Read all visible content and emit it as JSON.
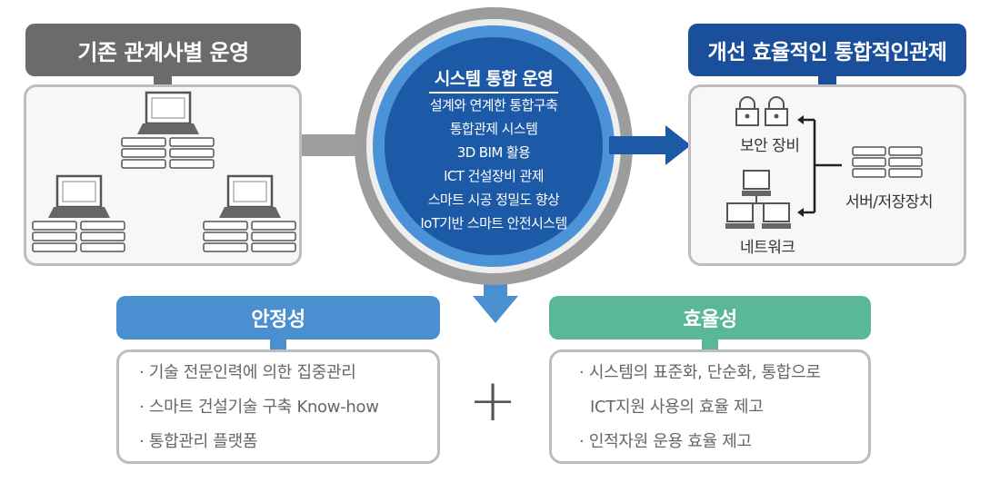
{
  "left_box": {
    "title": "기존 관계사별 운영"
  },
  "right_box": {
    "title": "개선 효율적인 통합적인관제",
    "security_label": "보안 장비",
    "network_label": "네트워크",
    "server_label": "서버/저장장치"
  },
  "center": {
    "title": "시스템 통합 운영",
    "items": [
      "설계와 연계한 통합구축",
      "통합관제 시스템",
      "3D BIM 활용",
      "ICT 건설장비 관제",
      "스마트 시공 정밀도 향상",
      "IoT기반 스마트 안전시스템"
    ]
  },
  "stability": {
    "title": "안정성",
    "items": [
      "· 기술 전문인력에 의한 집중관리",
      "· 스마트 건설기술 구축 Know-how",
      "· 통합관리 플랫폼"
    ]
  },
  "plus_symbol": "+",
  "efficiency": {
    "title": "효율성",
    "items": [
      "· 시스템의 표준화, 단순화, 통합으로",
      "ICT지원 사용의 효율 제고",
      "· 인적자원 운용 효율 제고"
    ]
  },
  "colors": {
    "gray_header": "#6d6a6a",
    "blue_header": "#1a4f9c",
    "stability_header": "#4a8fd0",
    "efficiency_header": "#5bb79a",
    "center_dark": "#1c5aa8",
    "center_mid": "#4b92d6",
    "center_ring": "#9c9c9c"
  }
}
